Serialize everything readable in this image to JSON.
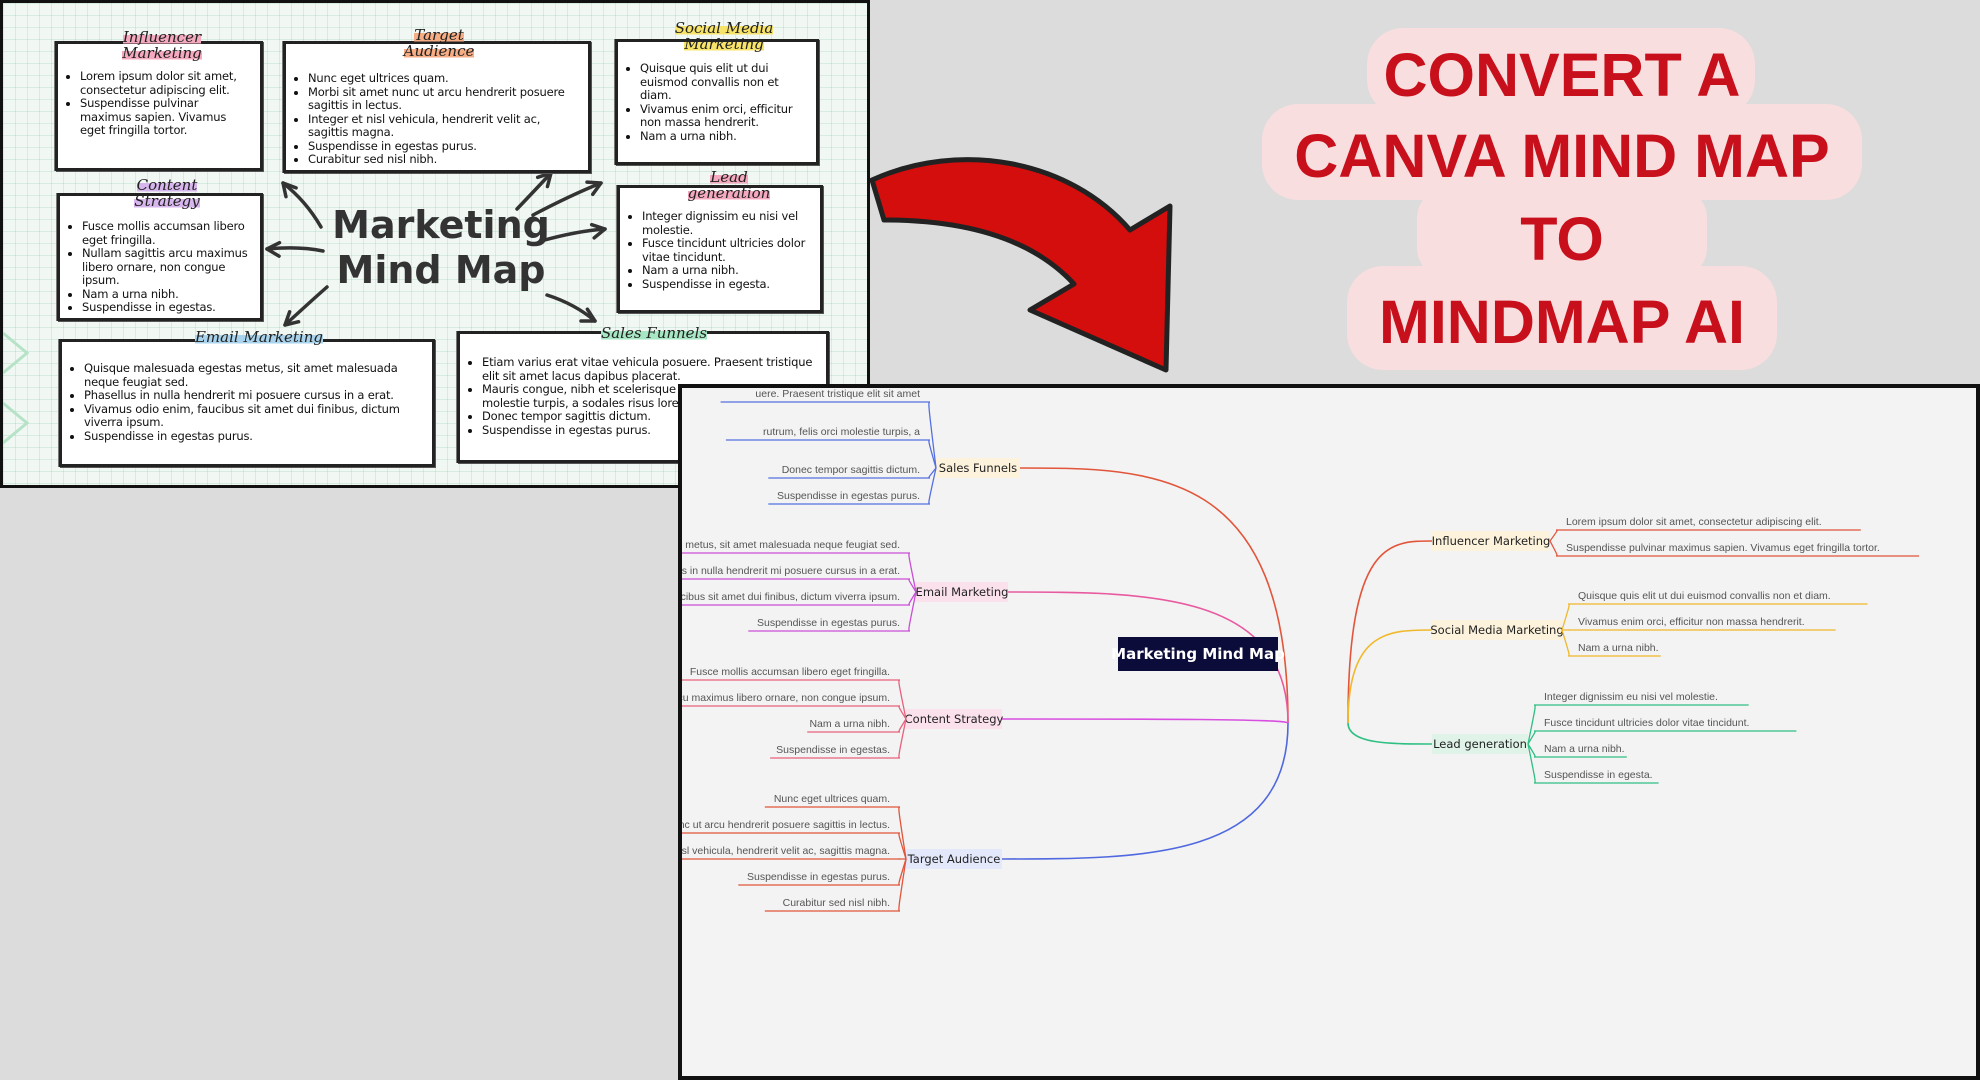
{
  "sketch": {
    "center_line1": "Marketing",
    "center_line2": "Mind Map",
    "boxes": [
      {
        "title_lines": [
          "Influencer",
          "Marketing"
        ],
        "highlight": "#f4a9bf",
        "items": [
          "Lorem ipsum dolor sit amet, consectetur adipiscing elit.",
          "Suspendisse pulvinar maximus sapien. Vivamus eget fringilla tortor."
        ]
      },
      {
        "title_lines": [
          "Target",
          "Audience"
        ],
        "highlight": "#f6ad84",
        "items": [
          "Nunc eget ultrices quam.",
          "Morbi sit amet nunc ut arcu hendrerit posuere sagittis in lectus.",
          "Integer et nisl vehicula, hendrerit velit ac, sagittis magna.",
          "Suspendisse in egestas purus.",
          "Curabitur sed nisl nibh."
        ]
      },
      {
        "title_lines": [
          "Social Media",
          "Marketing"
        ],
        "highlight": "#f7e36a",
        "items": [
          "Quisque quis elit ut dui euismod convallis non et diam.",
          "Vivamus enim orci, efficitur non massa hendrerit.",
          "Nam a urna nibh."
        ]
      },
      {
        "title_lines": [
          "Content",
          "Strategy"
        ],
        "highlight": "#d7b6ee",
        "items": [
          "Fusce mollis accumsan libero eget fringilla.",
          "Nullam sagittis arcu maximus libero ornare, non congue ipsum.",
          "Nam a urna nibh.",
          "Suspendisse in egestas."
        ]
      },
      {
        "title_lines": [
          "Lead",
          "generation"
        ],
        "highlight": "#f4a9bf",
        "items": [
          "Integer dignissim eu nisi vel molestie.",
          "Fusce tincidunt ultricies dolor vitae tincidunt.",
          "Nam a urna nibh.",
          "Suspendisse in egesta."
        ]
      },
      {
        "title_lines": [
          "Email Marketing"
        ],
        "highlight": "#a9d3ec",
        "items": [
          "Quisque malesuada egestas metus, sit amet malesuada neque feugiat sed.",
          "Phasellus in nulla hendrerit mi posuere cursus in a erat.",
          "Vivamus odio enim, faucibus sit amet dui finibus, dictum viverra ipsum.",
          "Suspendisse in egestas purus."
        ]
      },
      {
        "title_lines": [
          "Sales Funnels"
        ],
        "highlight": "#a6e6c3",
        "items": [
          "Etiam varius erat vitae vehicula posuere. Praesent tristique elit sit amet lacus dapibus placerat.",
          "Mauris congue, nibh et scelerisque rutrum, felis orci molestie turpis, a sodales risus lorem vel velit.",
          "Donec tempor sagittis dictum.",
          "Suspendisse in egestas purus."
        ]
      }
    ]
  },
  "headline": {
    "lines": [
      "CONVERT A",
      "CANVA MIND MAP",
      "TO",
      "MINDMAP AI"
    ],
    "color": "#c8101c",
    "background": "#f8dede"
  },
  "arrow_color": "#d40d0d",
  "mindmap": {
    "root": "Marketing Mind Map",
    "root_bg": "#0c0c3a",
    "branches": [
      {
        "label": "Sales Funnels",
        "color": "#e2553a",
        "line_color": "#5470e0",
        "node_bg": "#fdf3dc",
        "leaves": [
          "uere. Praesent tristique elit sit amet",
          "rutrum, felis orci molestie turpis, a",
          "Donec tempor sagittis dictum.",
          "Suspendisse in egestas purus."
        ]
      },
      {
        "label": "Email Marketing",
        "color": "#e85aa0",
        "line_color": "#c94fd6",
        "node_bg": "#fbe1ec",
        "leaves": [
          "Quisque malesuada egestas metus, sit amet malesuada neque feugiat sed.",
          "Phasellus in nulla hendrerit mi posuere cursus in a erat.",
          "Vivamus odio enim, faucibus sit amet dui finibus, dictum viverra ipsum.",
          "Suspendisse in egestas purus."
        ]
      },
      {
        "label": "Content Strategy",
        "color": "#d84ee0",
        "line_color": "#e8617c",
        "node_bg": "#fbe1ec",
        "leaves": [
          "Fusce mollis accumsan libero eget fringilla.",
          "Nullam sagittis arcu maximus libero ornare, non congue ipsum.",
          "Nam a urna nibh.",
          "Suspendisse in egestas."
        ]
      },
      {
        "label": "Target Audience",
        "color": "#4f68e0",
        "line_color": "#e2553a",
        "node_bg": "#e3e8fb",
        "leaves": [
          "Nunc eget ultrices quam.",
          "Morbi sit amet nunc ut arcu hendrerit posuere sagittis in lectus.",
          "Integer et nisl vehicula, hendrerit velit ac, sagittis magna.",
          "Suspendisse in egestas purus.",
          "Curabitur sed nisl nibh."
        ]
      },
      {
        "label": "Influencer Marketing",
        "color": "#e2553a",
        "line_color": "#e2553a",
        "node_bg": "#fdf3dc",
        "leaves": [
          "Lorem ipsum dolor sit amet, consectetur adipiscing elit.",
          "Suspendisse pulvinar maximus sapien. Vivamus eget fringilla tortor."
        ]
      },
      {
        "label": "Social Media Marketing",
        "color": "#f0b92c",
        "line_color": "#f0b92c",
        "node_bg": "#fdf3dc",
        "leaves": [
          "Quisque quis elit ut dui euismod convallis non et diam.",
          "Vivamus enim orci, efficitur non massa hendrerit.",
          "Nam a urna nibh."
        ]
      },
      {
        "label": "Lead generation",
        "color": "#2fbf83",
        "line_color": "#2fbf83",
        "node_bg": "#dff3e8",
        "leaves": [
          "Integer dignissim eu nisi vel molestie.",
          "Fusce tincidunt ultricies dolor vitae tincidunt.",
          "Nam a urna nibh.",
          "Suspendisse in egesta."
        ]
      }
    ]
  }
}
